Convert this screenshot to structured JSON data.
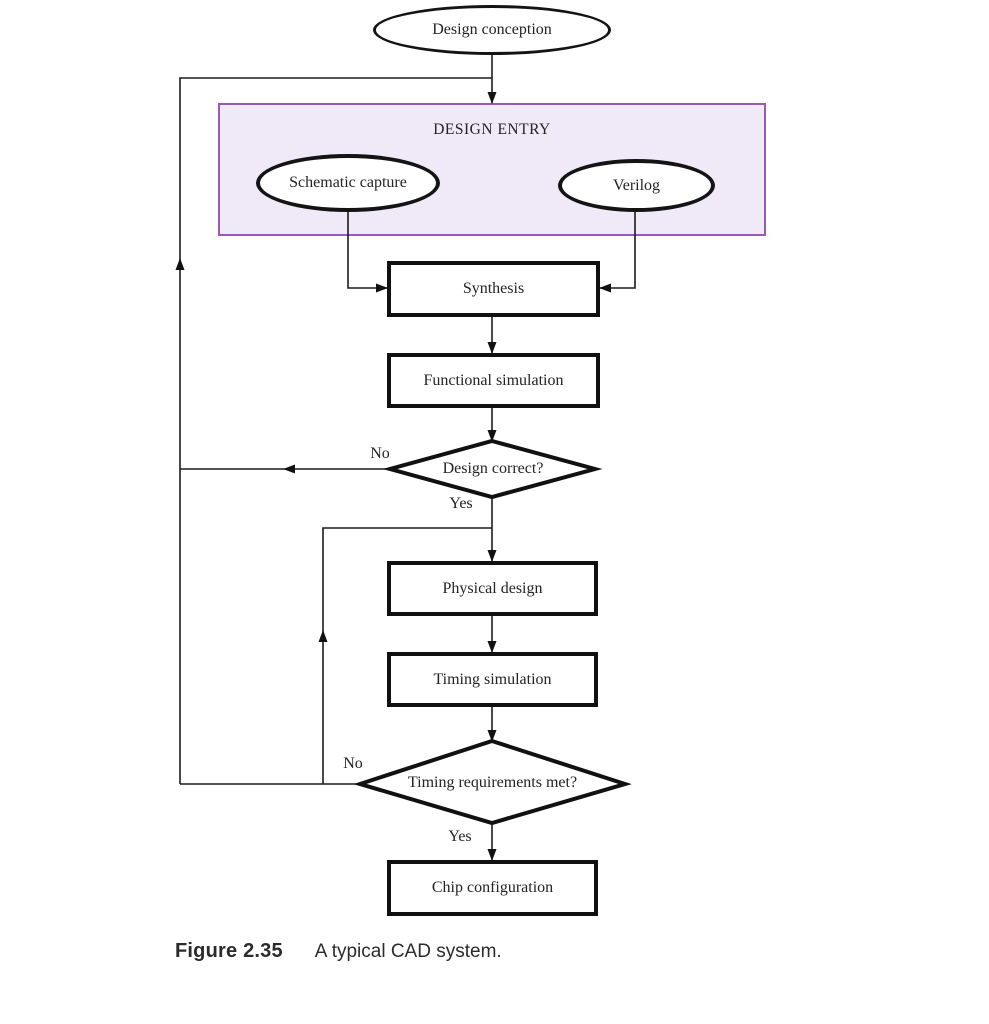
{
  "flowchart": {
    "nodes": {
      "design_conception": "Design conception",
      "design_entry_title": "DESIGN ENTRY",
      "schematic_capture": "Schematic capture",
      "verilog": "Verilog",
      "synthesis": "Synthesis",
      "functional_simulation": "Functional simulation",
      "design_correct": "Design correct?",
      "physical_design": "Physical design",
      "timing_simulation": "Timing simulation",
      "timing_requirements_met": "Timing requirements met?",
      "chip_configuration": "Chip configuration"
    },
    "edge_labels": {
      "design_correct_no": "No",
      "design_correct_yes": "Yes",
      "timing_met_no": "No",
      "timing_met_yes": "Yes"
    },
    "colors": {
      "design_entry_fill": "#efe9f8",
      "design_entry_border": "#9c57bc",
      "line_color": "#1c1c1c",
      "shape_border": "#111111",
      "text_color": "#262226",
      "background": "#ffffff"
    }
  },
  "caption": {
    "label": "Figure 2.35",
    "text": "A typical CAD system."
  }
}
